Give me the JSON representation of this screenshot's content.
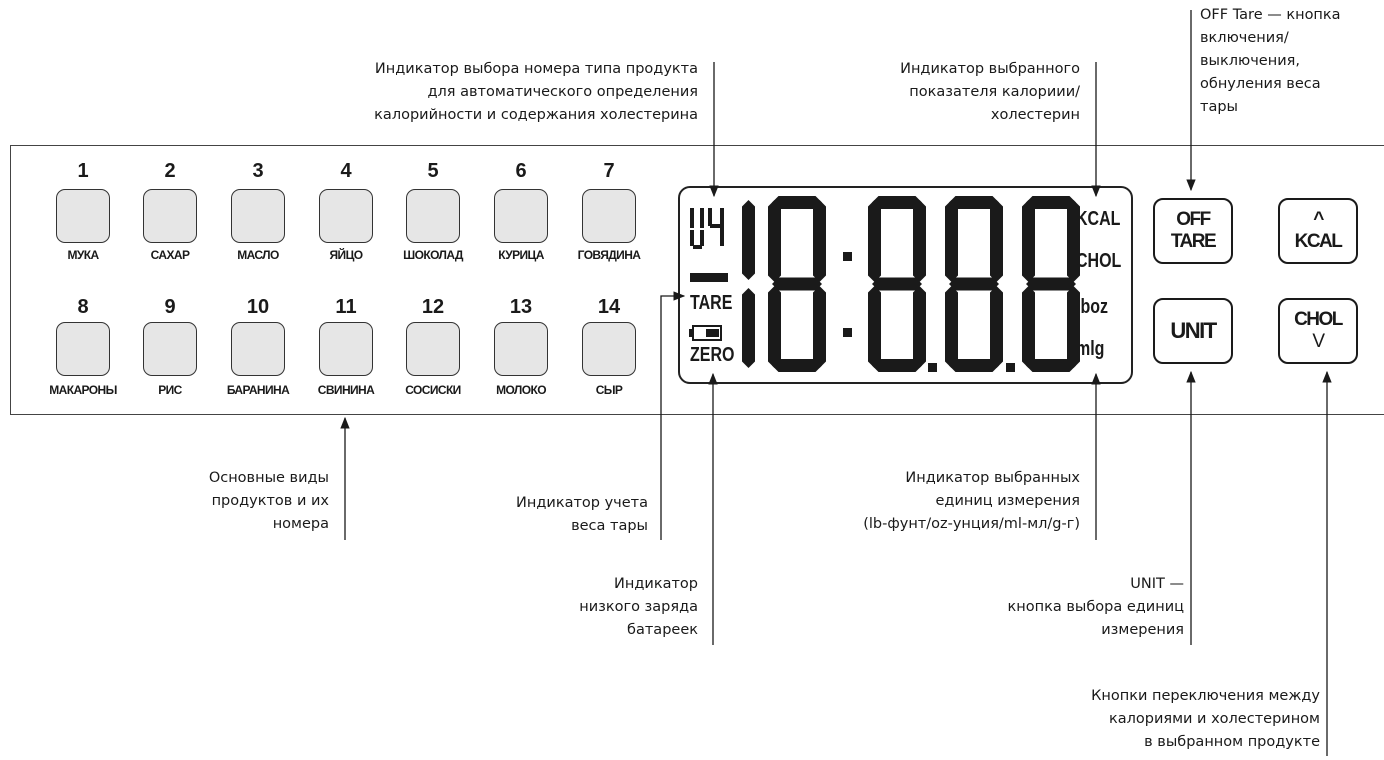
{
  "products": [
    {
      "number": "1",
      "name": "МУКА"
    },
    {
      "number": "2",
      "name": "САХАР"
    },
    {
      "number": "3",
      "name": "МАСЛО"
    },
    {
      "number": "4",
      "name": "ЯЙЦО"
    },
    {
      "number": "5",
      "name": "ШОКОЛАД"
    },
    {
      "number": "6",
      "name": "КУРИЦА"
    },
    {
      "number": "7",
      "name": "ГОВЯДИНА"
    },
    {
      "number": "8",
      "name": "МАКАРОНЫ"
    },
    {
      "number": "9",
      "name": "РИС"
    },
    {
      "number": "10",
      "name": "БАРАНИНА"
    },
    {
      "number": "11",
      "name": "СВИНИНА"
    },
    {
      "number": "12",
      "name": "СОСИСКИ"
    },
    {
      "number": "13",
      "name": "МОЛОКО"
    },
    {
      "number": "14",
      "name": "СЫР"
    }
  ],
  "lcd": {
    "tare_label": "TARE",
    "zero_label": "ZERO",
    "units": [
      "KCAL",
      "CHOL",
      "iboz",
      "mlg"
    ]
  },
  "buttons": {
    "off_tare": {
      "line1": "OFF",
      "line2": "TARE"
    },
    "kcal": {
      "line1": "^",
      "line2": "KCAL"
    },
    "unit": {
      "line1": "UNIT"
    },
    "chol": {
      "line1": "CHOL",
      "line2": "V"
    }
  },
  "annotations": {
    "product_type_indicator": [
      "Индикатор выбора номера типа продукта",
      "для автоматического определения",
      "калорийности и содержания холестерина"
    ],
    "calorie_indicator": [
      "Индикатор выбранного",
      "показателя калориии/",
      "холестерин"
    ],
    "off_tare_button": [
      "OFF Tare — кнопка",
      "включения/",
      "выключения,",
      "обнуления веса",
      "тары"
    ],
    "main_products": [
      "Основные виды",
      "продуктов и их",
      "номера"
    ],
    "tare_indicator": [
      "Индикатор учета",
      "веса тары"
    ],
    "units_indicator": [
      "Индикатор выбранных",
      "единиц измерения",
      "(lb-фунт/oz-унция/ml-мл/g-г)"
    ],
    "battery_indicator": [
      "Индикатор",
      "низкого заряда",
      "батареек"
    ],
    "unit_button": [
      "UNIT —",
      "кнопка выбора единиц",
      "измерения"
    ],
    "toggle_buttons": [
      "Кнопки переключения между",
      "калориями и холестерином",
      "в выбранном продукте"
    ]
  }
}
